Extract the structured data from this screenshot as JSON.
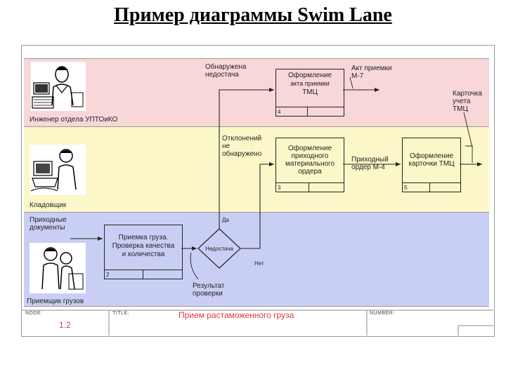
{
  "title": "Пример диаграммы Swim Lane",
  "lanes": [
    {
      "actor": "Инженер отдела УПТОиКО",
      "icon": "engineer-figure-icon"
    },
    {
      "actor": "Кладовщик",
      "icon": "storekeeper-figure-icon"
    },
    {
      "actor": "Приемщик грузов",
      "icon": "receiver-figure-icon"
    }
  ],
  "lane_colors": [
    "#f8d7d8",
    "#fbf7c8",
    "#c9cff4"
  ],
  "boxes": [
    {
      "lines": [
        "Оформление",
        "акта приемки",
        "ТМЦ"
      ],
      "num": "4"
    },
    {
      "lines": [
        "Оформление",
        "приходного",
        "материального",
        "ордера"
      ],
      "num": "3"
    },
    {
      "lines": [
        "Оформление",
        "карточки ТМЦ"
      ],
      "num": "5"
    },
    {
      "lines": [
        "Приемка груза.",
        "Проверка качества",
        "и количества"
      ],
      "num": "2"
    }
  ],
  "decision": {
    "label": "Недостача",
    "yes": "Да",
    "no": "Нет"
  },
  "labels": {
    "shortage_found": [
      "Обнаружена",
      "недостача"
    ],
    "act_m7": [
      "Акт приемки",
      "М-7"
    ],
    "tmc_card": [
      "Карточка",
      "учета",
      "ТМЦ"
    ],
    "no_deviation": [
      "Отклонений",
      "не",
      "обнаружено"
    ],
    "receipt_order": [
      "Приходный",
      "ордер М-4"
    ],
    "incoming_docs": [
      "Приходные",
      "документы"
    ],
    "check_result": [
      "Результат",
      "проверки"
    ]
  },
  "footer": {
    "node_label": "NODE:",
    "title_label": "TITLE:",
    "number_label": "NUMBER:",
    "node_value": "1.2",
    "title_value": "Прием растаможенного груза"
  }
}
